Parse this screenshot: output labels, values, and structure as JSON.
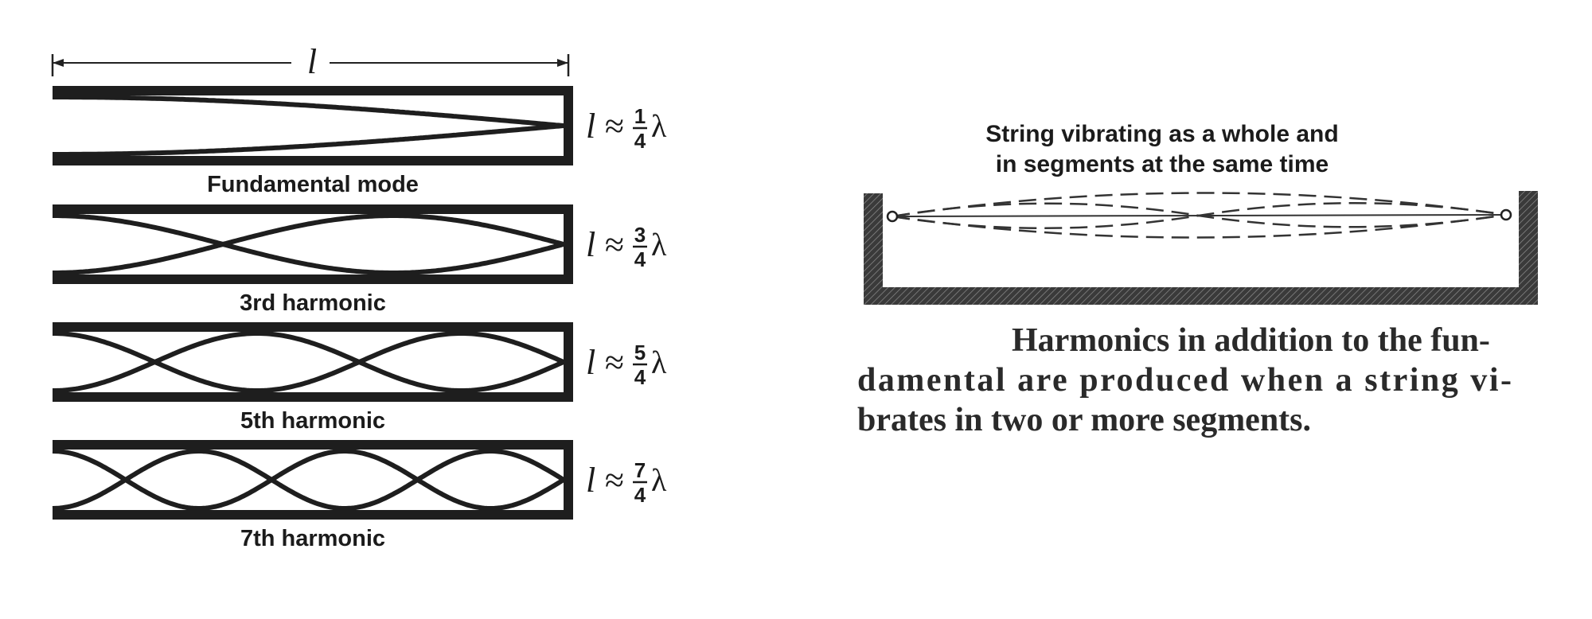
{
  "length_symbol": "l",
  "pipes": [
    {
      "caption": "Fundamental mode",
      "relation": "l ≈",
      "numerator": "1",
      "denominator": "4",
      "wave_symbol": "λ",
      "harmonic": 1
    },
    {
      "caption": "3rd harmonic",
      "relation": "l ≈",
      "numerator": "3",
      "denominator": "4",
      "wave_symbol": "λ",
      "harmonic": 3
    },
    {
      "caption": "5th harmonic",
      "relation": "l ≈",
      "numerator": "5",
      "denominator": "4",
      "wave_symbol": "λ",
      "harmonic": 5
    },
    {
      "caption": "7th harmonic",
      "relation": "l ≈",
      "numerator": "7",
      "denominator": "4",
      "wave_symbol": "λ",
      "harmonic": 7
    }
  ],
  "string_diagram": {
    "title_line1": "String vibrating as a whole and",
    "title_line2": "in segments at the same time"
  },
  "description": {
    "line1": "Harmonics in addition to the fun-",
    "line2": "damental are produced when a string vi-",
    "line3": "brates in two or more segments."
  }
}
